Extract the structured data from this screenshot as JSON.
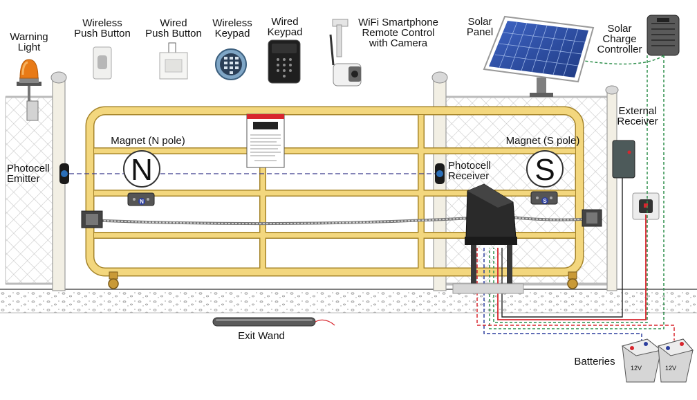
{
  "labels": {
    "warning_light": [
      "Warning",
      "Light"
    ],
    "wireless_push_button": [
      "Wireless",
      "Push Button"
    ],
    "wired_push_button": [
      "Wired",
      "Push Button"
    ],
    "wireless_keypad": [
      "Wireless",
      "Keypad"
    ],
    "wired_keypad": [
      "Wired",
      "Keypad"
    ],
    "wifi_camera": [
      "WiFi Smartphone",
      "Remote Control",
      "with Camera"
    ],
    "solar_panel": [
      "Solar",
      "Panel"
    ],
    "solar_charge_controller": [
      "Solar",
      "Charge",
      "Controller"
    ],
    "external_receiver": [
      "External",
      "Receiver"
    ],
    "magnet_n": "Magnet (N pole)",
    "magnet_s": "Magnet (S pole)",
    "photocell_emitter": [
      "Photocell",
      "Emitter"
    ],
    "photocell_receiver": [
      "Photocell",
      "Receiver"
    ],
    "exit_wand": "Exit Wand",
    "batteries": "Batteries"
  },
  "markings": {
    "pole_n": "N",
    "pole_s": "S",
    "battery_voltage": "12V"
  },
  "colors": {
    "gate_frame": "#f3d77e",
    "gate_outline": "#a5842a",
    "fence_post": "#f2efe4",
    "solar_panel": "#2d4fa8",
    "wire_red": "#d8262e",
    "wire_green": "#2f8f4c",
    "wire_blue": "#2d3f9e",
    "beam_dashed": "#3a3a8c",
    "warning_amber": "#e87a16",
    "motor_body": "#2a2a2a"
  }
}
